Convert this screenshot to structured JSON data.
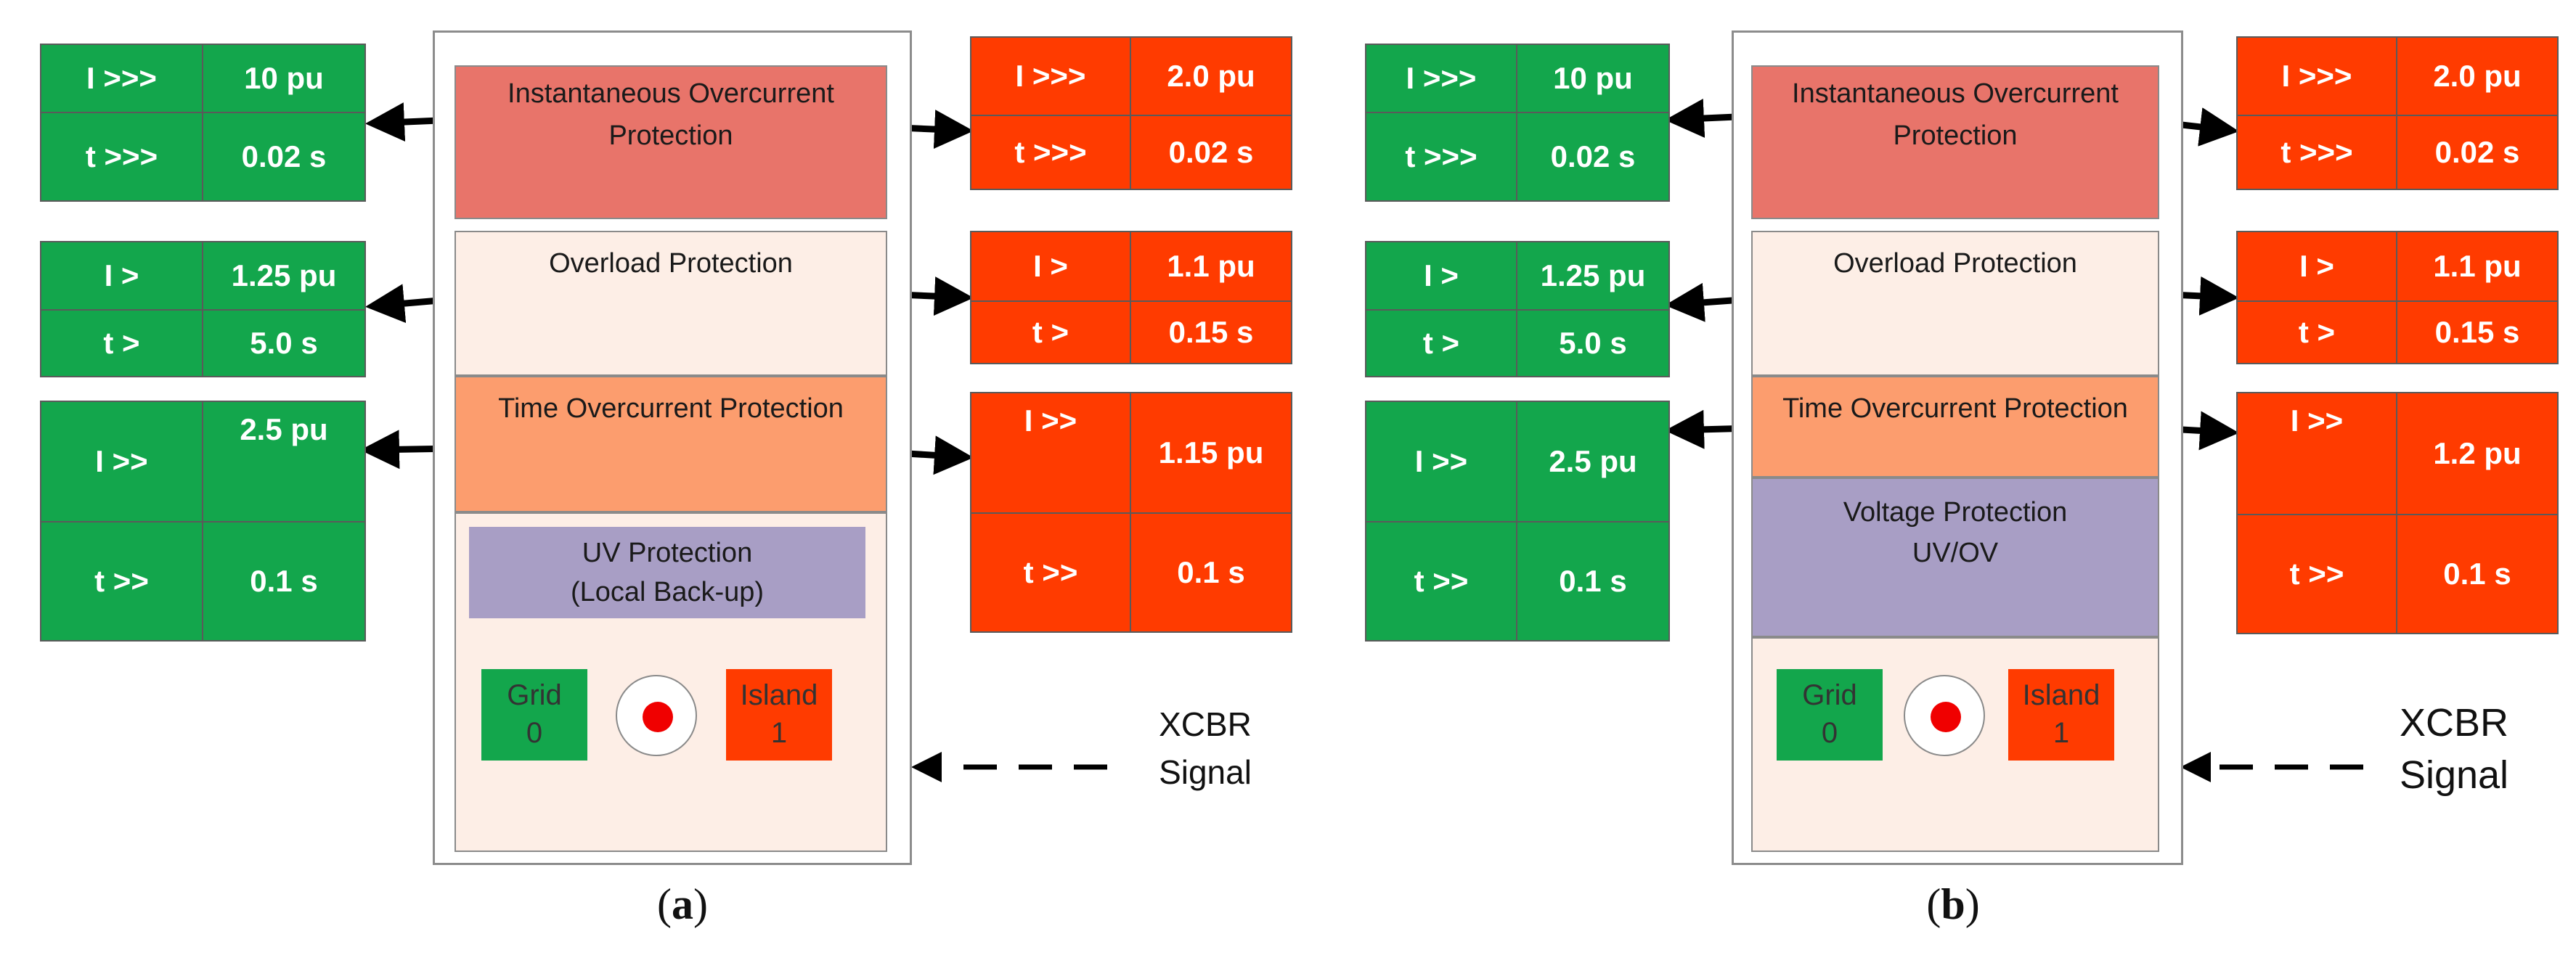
{
  "colors": {
    "green": "#13a64c",
    "red": "#ff3b00",
    "inst": "#e8746a",
    "overload": "#fdeee6",
    "toc": "#fc9d6e",
    "voltage": "#a89ec5"
  },
  "a": {
    "caption": "a",
    "blocks": {
      "inst": "Instantaneous Overcurrent Protection",
      "overload": "Overload Protection",
      "toc": "Time Overcurrent Protection",
      "voltage": "UV Protection (Local Back-up)"
    },
    "grid": {
      "label": "Grid",
      "value": "0"
    },
    "island": {
      "label": "Island",
      "value": "1"
    },
    "signal": {
      "line1": "XCBR",
      "line2": "Signal"
    },
    "left": [
      [
        "I >>>",
        "10 pu"
      ],
      [
        "t >>>",
        "0.02 s"
      ],
      [
        "I >",
        "1.25 pu"
      ],
      [
        "t >",
        "5.0 s"
      ],
      [
        "I >>",
        "2.5 pu"
      ],
      [
        "t >>",
        "0.1 s"
      ]
    ],
    "right": [
      [
        "I >>>",
        "2.0 pu"
      ],
      [
        "t >>>",
        "0.02 s"
      ],
      [
        "I >",
        "1.1 pu"
      ],
      [
        "t >",
        "0.15 s"
      ],
      [
        "I >>",
        "1.15 pu"
      ],
      [
        "t >>",
        "0.1 s"
      ]
    ]
  },
  "b": {
    "caption": "b",
    "blocks": {
      "inst": "Instantaneous Overcurrent Protection",
      "overload": "Overload Protection",
      "toc": "Time Overcurrent Protection",
      "voltage": "Voltage Protection UV/OV"
    },
    "grid": {
      "label": "Grid",
      "value": "0"
    },
    "island": {
      "label": "Island",
      "value": "1"
    },
    "signal": {
      "line1": "XCBR",
      "line2": "Signal"
    },
    "left": [
      [
        "I >>>",
        "10 pu"
      ],
      [
        "t >>>",
        "0.02 s"
      ],
      [
        "I >",
        "1.25 pu"
      ],
      [
        "t >",
        "5.0 s"
      ],
      [
        "I >>",
        "2.5 pu"
      ],
      [
        "t >>",
        "0.1 s"
      ]
    ],
    "right": [
      [
        "I >>>",
        "2.0 pu"
      ],
      [
        "t >>>",
        "0.02 s"
      ],
      [
        "I >",
        "1.1 pu"
      ],
      [
        "t >",
        "0.15 s"
      ],
      [
        "I >>",
        "1.2 pu"
      ],
      [
        "t >>",
        "0.1 s"
      ]
    ]
  }
}
